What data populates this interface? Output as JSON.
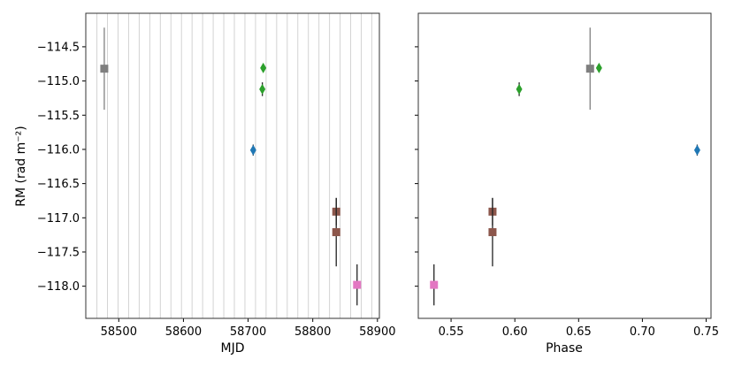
{
  "chart_data": [
    {
      "type": "scatter",
      "xlabel": "MJD",
      "ylabel": "RM (rad m⁻²)",
      "xlim": [
        58449,
        58903
      ],
      "ylim": [
        -118.47,
        -114.01
      ],
      "xticks": [
        58500,
        58600,
        58700,
        58800,
        58900
      ],
      "yticks": [
        -114.5,
        -115.0,
        -115.5,
        -116.0,
        -116.5,
        -117.0,
        -117.5,
        -118.0
      ],
      "ytick_labels": [
        "−114.5",
        "−115.0",
        "−115.5",
        "−116.0",
        "−116.5",
        "−117.0",
        "−117.5",
        "−118.0"
      ],
      "vertical_lines": {
        "start": 58466.2,
        "spacing": 16.35,
        "color": "#d3d3d3"
      },
      "points": [
        {
          "x": 58477.6,
          "y": -114.82,
          "err": 0.6,
          "marker": "square",
          "color": "#7f7f7f"
        },
        {
          "x": 58723.4,
          "y": -114.81,
          "err": 0.05,
          "marker": "diamond",
          "color": "#2ca02c"
        },
        {
          "x": 58722.0,
          "y": -115.12,
          "err": 0.1,
          "marker": "diamond",
          "color": "#2ca02c"
        },
        {
          "x": 58707.9,
          "y": -116.01,
          "err": 0.08,
          "marker": "diamond",
          "color": "#1f77b4"
        },
        {
          "x": 58836.3,
          "y": -116.91,
          "err": 0.2,
          "marker": "square",
          "color": "#8c564b"
        },
        {
          "x": 58836.3,
          "y": -117.21,
          "err": 0.5,
          "marker": "square",
          "color": "#8c564b"
        },
        {
          "x": 58868.5,
          "y": -117.98,
          "err": 0.3,
          "marker": "square",
          "color": "#e377c2"
        }
      ]
    },
    {
      "type": "scatter",
      "xlabel": "Phase",
      "xlim": [
        0.5243,
        0.7538
      ],
      "ylim": [
        -118.47,
        -114.01
      ],
      "xticks": [
        0.55,
        0.6,
        0.65,
        0.7,
        0.75
      ],
      "xtick_labels": [
        "0.55",
        "0.60",
        "0.65",
        "0.70",
        "0.75"
      ],
      "yticks": [
        -114.5,
        -115.0,
        -115.5,
        -116.0,
        -116.5,
        -117.0,
        -117.5,
        -118.0
      ],
      "points": [
        {
          "x": 0.659,
          "y": -114.82,
          "err": 0.6,
          "marker": "square",
          "color": "#7f7f7f"
        },
        {
          "x": 0.666,
          "y": -114.81,
          "err": 0.05,
          "marker": "diamond",
          "color": "#2ca02c"
        },
        {
          "x": 0.6034,
          "y": -115.12,
          "err": 0.1,
          "marker": "diamond",
          "color": "#2ca02c"
        },
        {
          "x": 0.743,
          "y": -116.01,
          "err": 0.08,
          "marker": "diamond",
          "color": "#1f77b4"
        },
        {
          "x": 0.5825,
          "y": -116.91,
          "err": 0.2,
          "marker": "square",
          "color": "#8c564b"
        },
        {
          "x": 0.5825,
          "y": -117.21,
          "err": 0.5,
          "marker": "square",
          "color": "#8c564b"
        },
        {
          "x": 0.5366,
          "y": -117.98,
          "err": 0.3,
          "marker": "square",
          "color": "#e377c2"
        }
      ]
    }
  ]
}
